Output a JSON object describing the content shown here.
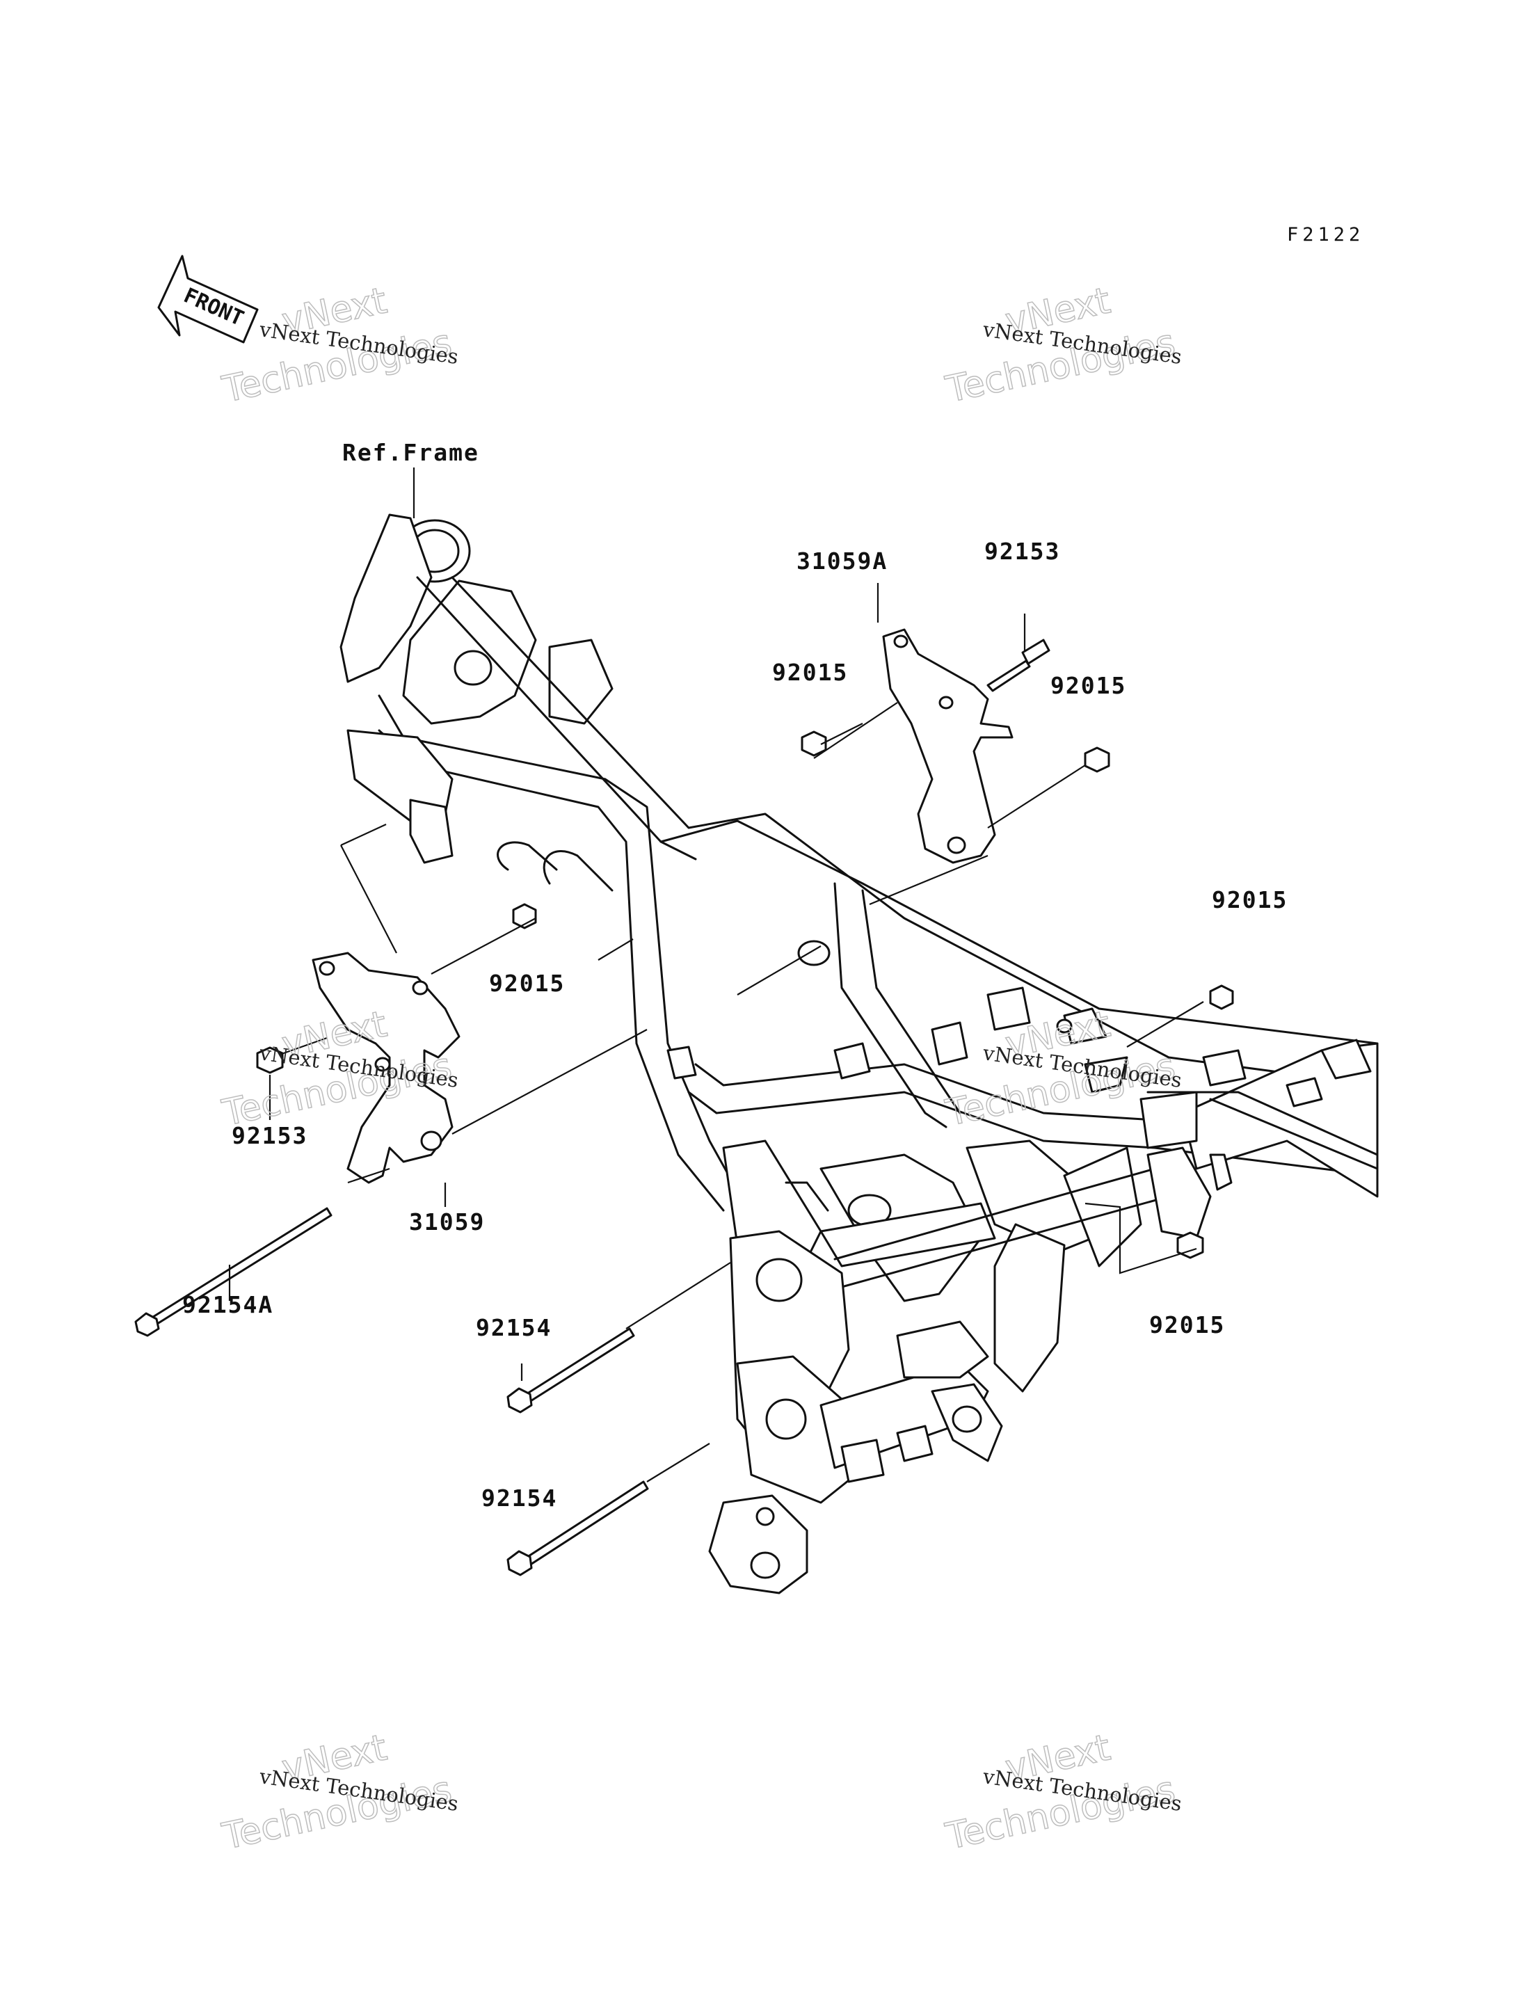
{
  "diagram_code": "F2122",
  "front_arrow_label": "FRONT",
  "watermark": {
    "line_small": "vNext Technologies",
    "line_big_1": "vNext",
    "line_big_2": "Technologies"
  },
  "labels": {
    "ref_frame": "Ref.Frame",
    "p31059A": "31059A",
    "p92153_top": "92153",
    "p92015_upper_left": "92015",
    "p92015_upper_right": "92015",
    "p92015_right": "92015",
    "p92015_mid": "92015",
    "p92153_left": "92153",
    "p31059": "31059",
    "p92154A": "92154A",
    "p92154_upper": "92154",
    "p92154_lower": "92154",
    "p92015_lower_right": "92015"
  }
}
